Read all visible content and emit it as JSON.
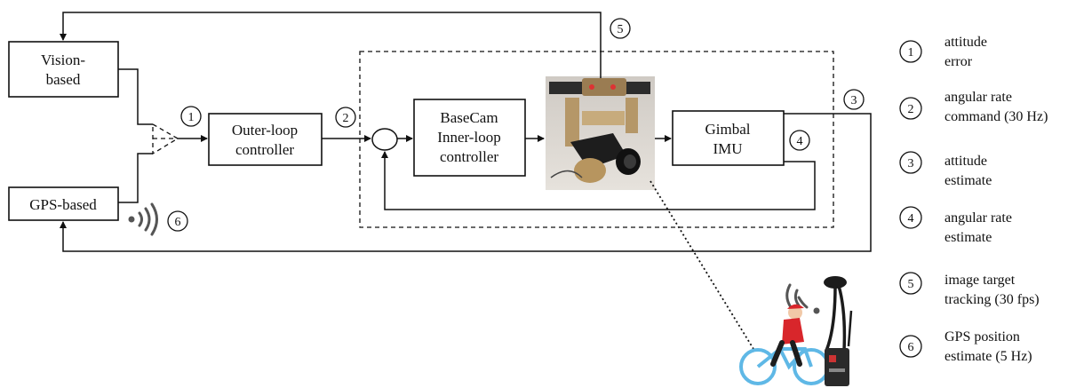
{
  "blocks": {
    "vision": [
      "Vision-",
      "based"
    ],
    "gps": "GPS-based",
    "outer": [
      "Outer-loop",
      "controller"
    ],
    "basecam": [
      "BaseCam",
      "Inner-loop",
      "controller"
    ],
    "imu": [
      "Gimbal",
      "IMU"
    ]
  },
  "signal_markers": [
    "1",
    "2",
    "3",
    "4",
    "5",
    "6"
  ],
  "legend": [
    {
      "num": "1",
      "lines": [
        "attitude",
        "error"
      ]
    },
    {
      "num": "2",
      "lines": [
        "angular rate",
        "command (30 Hz)"
      ]
    },
    {
      "num": "3",
      "lines": [
        "attitude",
        "estimate"
      ]
    },
    {
      "num": "4",
      "lines": [
        "angular rate",
        "estimate"
      ]
    },
    {
      "num": "5",
      "lines": [
        "image target",
        "tracking (30 fps)"
      ]
    },
    {
      "num": "6",
      "lines": [
        "GPS position",
        "estimate (5 Hz)"
      ]
    }
  ],
  "colors": {
    "inner_loop_bg": "#f0f0f0",
    "cyclist_shirt": "#d8262b",
    "bike": "#5fb8e6"
  }
}
